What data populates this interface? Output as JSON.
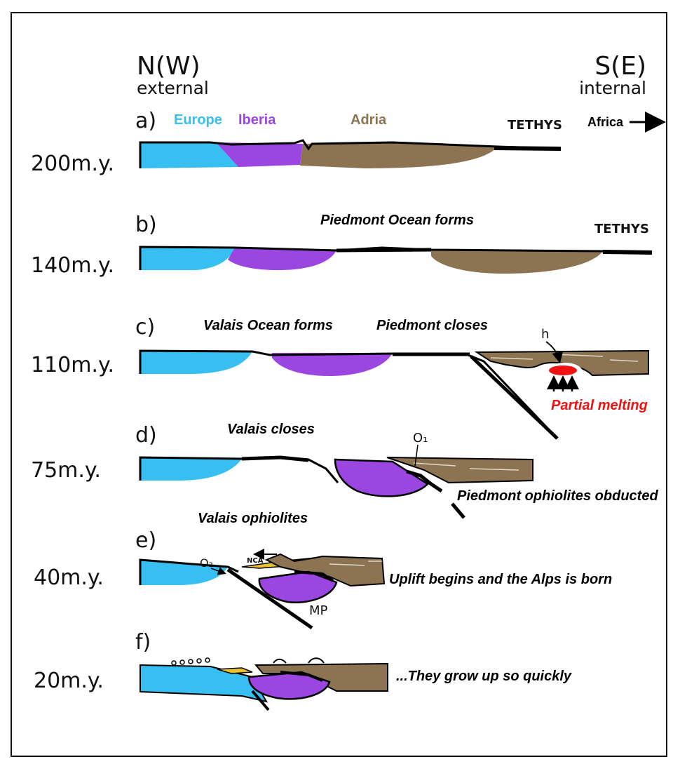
{
  "orientation": {
    "left_direction": "N(W)",
    "left_zone": "external",
    "right_direction": "S(E)",
    "right_zone": "internal"
  },
  "colors": {
    "europe": "#36bff0",
    "iberia": "#9b46e0",
    "adria": "#8c7452",
    "melt": "#f01212",
    "nca": "#e8c22c",
    "crust_line": "#000000"
  },
  "panels": [
    {
      "letter": "a)",
      "age": "200m.y.",
      "labels": {
        "europe": "Europe",
        "iberia": "Iberia",
        "adria": "Adria",
        "tethys": "TETHYS",
        "africa": "Africa"
      }
    },
    {
      "letter": "b)",
      "age": "140m.y.",
      "caption": "Piedmont Ocean forms",
      "tethys": "TETHYS"
    },
    {
      "letter": "c)",
      "age": "110m.y.",
      "caption_left": "Valais Ocean forms",
      "caption_right": "Piedmont closes",
      "h_label": "h",
      "melt_label": "Partial melting"
    },
    {
      "letter": "d)",
      "age": "75m.y.",
      "caption": "Valais closes",
      "o1_label": "O₁",
      "obduction": "Piedmont ophiolites obducted"
    },
    {
      "letter": "e)",
      "age": "40m.y.",
      "caption_top": "Valais ophiolites",
      "o2_label": "O₂",
      "nca_label": "NCA",
      "mp_label": "MP",
      "caption": "Uplift begins and the Alps is born"
    },
    {
      "letter": "f)",
      "age": "20m.y.",
      "caption": "...They grow up so quickly"
    }
  ]
}
